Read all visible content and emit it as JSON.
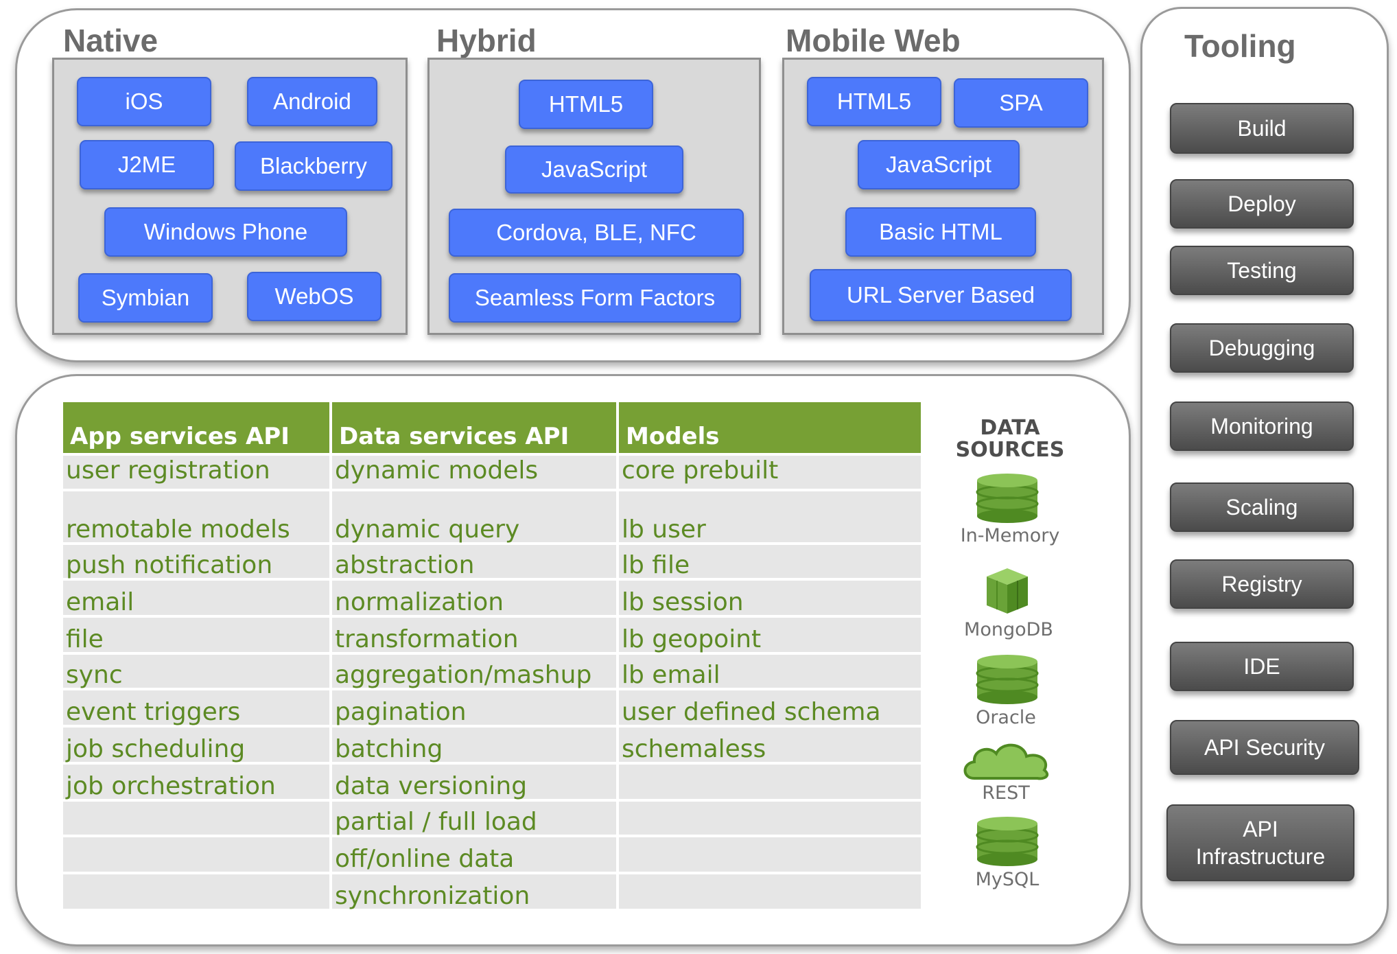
{
  "native": {
    "title": "Native",
    "items": [
      "iOS",
      "Android",
      "J2ME",
      "Blackberry",
      "Windows Phone",
      "Symbian",
      "WebOS"
    ]
  },
  "hybrid": {
    "title": "Hybrid",
    "items": [
      "HTML5",
      "JavaScript",
      "Cordova, BLE, NFC",
      "Seamless Form Factors"
    ]
  },
  "mobile_web": {
    "title": "Mobile Web",
    "items": [
      "HTML5",
      "SPA",
      "JavaScript",
      "Basic HTML",
      "URL Server Based"
    ]
  },
  "tooling": {
    "title": "Tooling",
    "items": [
      "Build",
      "Deploy",
      "Testing",
      "Debugging",
      "Monitoring",
      "Scaling",
      "Registry",
      "IDE",
      "API Security",
      "API\nInfrastructure"
    ]
  },
  "services_table": {
    "headers": [
      "App services API",
      "Data services API",
      "Models"
    ],
    "rows": [
      [
        "user registration",
        "dynamic models",
        "core prebuilt"
      ],
      [
        "remotable models",
        "dynamic query",
        "lb user"
      ],
      [
        "push notification",
        "abstraction",
        "lb file"
      ],
      [
        "email",
        "normalization",
        "lb session"
      ],
      [
        "file",
        "transformation",
        "lb geopoint"
      ],
      [
        "sync",
        "aggregation/mashup",
        "lb email"
      ],
      [
        "event triggers",
        "pagination",
        "user defined schema"
      ],
      [
        "job scheduling",
        "batching",
        "schemaless"
      ],
      [
        "job orchestration",
        "data versioning",
        ""
      ],
      [
        "",
        "partial / full load",
        ""
      ],
      [
        "",
        "off/online data",
        ""
      ],
      [
        "",
        "synchronization",
        ""
      ]
    ]
  },
  "data_sources": {
    "header": "DATA\nSOURCES",
    "items": [
      {
        "label": "In-Memory",
        "icon": "database-icon",
        "color": "#6aa338"
      },
      {
        "label": "MongoDB",
        "icon": "cube-icon",
        "color": "#6aa338"
      },
      {
        "label": "Oracle",
        "icon": "database-icon",
        "color": "#6aa338"
      },
      {
        "label": "REST",
        "icon": "cloud-icon",
        "color": "#6aa338"
      },
      {
        "label": "MySQL",
        "icon": "database-icon",
        "color": "#6aa338"
      }
    ]
  },
  "colors": {
    "button_blue": "#4d79fb",
    "table_header_green": "#77a034",
    "table_text_green": "#5c8a23",
    "tool_button_gray": "#5e5e5e"
  }
}
